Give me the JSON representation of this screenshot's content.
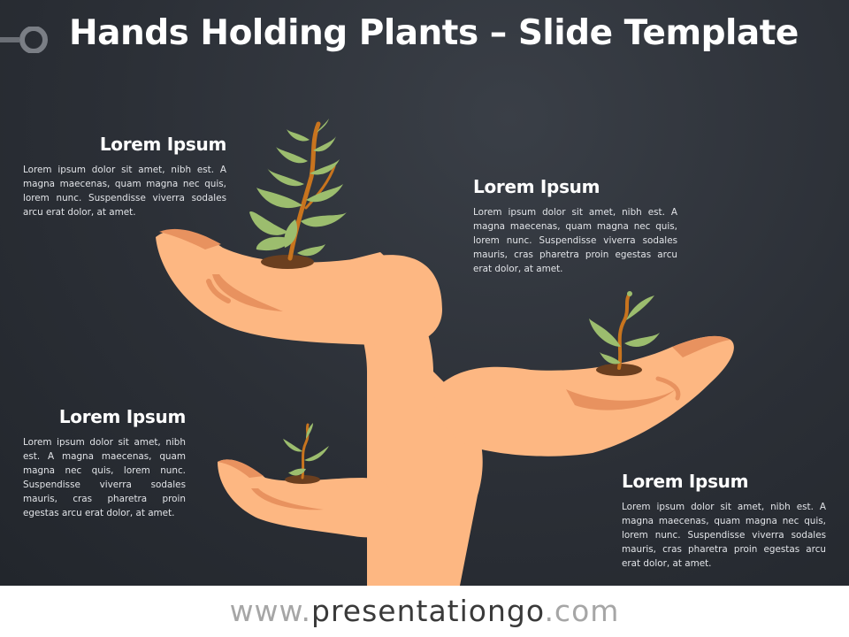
{
  "slide": {
    "title": "Hands Holding Plants – Slide Template"
  },
  "blocks": [
    {
      "heading": "Lorem Ipsum",
      "body": "Lorem ipsum dolor sit amet, nibh est. A magna maecenas, quam magna nec quis, lorem nunc. Suspendisse viverra sodales arcu erat dolor, at amet."
    },
    {
      "heading": "Lorem Ipsum",
      "body": "Lorem ipsum dolor sit amet, nibh est. A magna maecenas, quam magna nec quis, lorem nunc. Suspendisse viverra sodales mauris, cras pharetra proin egestas arcu erat dolor, at amet."
    },
    {
      "heading": "Lorem Ipsum",
      "body": "Lorem ipsum dolor sit amet, nibh est. A magna maecenas, quam magna nec quis, lorem nunc. Suspendisse viverra sodales mauris, cras pharetra proin egestas arcu erat dolor, at amet."
    },
    {
      "heading": "Lorem Ipsum",
      "body": "Lorem ipsum dolor sit amet, nibh est. A magna maecenas, quam magna nec quis, lorem nunc. Suspendisse viverra sodales mauris, cras pharetra proin egestas arcu erat dolor, at amet."
    }
  ],
  "footer": {
    "prefix": "www.",
    "domain": "presentationgo",
    "suffix": ".com"
  },
  "colors": {
    "background": "#2b2f36",
    "skin": "#fdb782",
    "skin_shadow": "#e8925f",
    "leaf": "#9cbd6e",
    "stem": "#c8741e",
    "soil": "#6b3f1f"
  },
  "icons": [
    "hook-icon",
    "hands-illustration",
    "plant-icon"
  ]
}
